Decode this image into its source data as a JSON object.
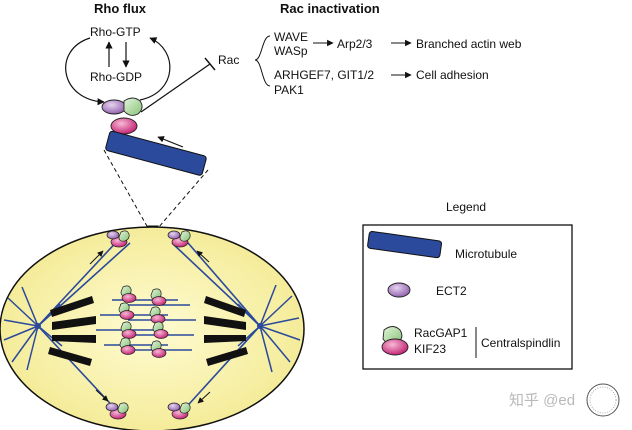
{
  "header": {
    "rho_flux_title": "Rho flux",
    "rac_inactivation_title": "Rac inactivation"
  },
  "rho_cycle": {
    "gtp_label": "Rho-GTP",
    "gdp_label": "Rho-GDP"
  },
  "rac_pathway": {
    "rac_label": "Rac",
    "wave_label": "WAVE",
    "wasp_label": "WASp",
    "arp_label": "Arp2/3",
    "branched_label": "Branched actin web",
    "arhgef_label": "ARHGEF7, GIT1/2",
    "pak_label": "PAK1",
    "adhesion_label": "Cell adhesion"
  },
  "legend": {
    "title": "Legend",
    "microtubule_label": "Microtubule",
    "ect2_label": "ECT2",
    "racgap_label": "RacGAP1",
    "kif_label": "KIF23",
    "centralspindlin_label": "Centralspindlin"
  },
  "watermark": {
    "text": "知乎 @ed"
  },
  "colors": {
    "microtubule": "#2b4a9c",
    "cell": "#f6f0a8",
    "ect2": "#9b6fb5",
    "racgap": "#a8d39a",
    "kif": "#d8267f",
    "chromosome": "#111111"
  }
}
